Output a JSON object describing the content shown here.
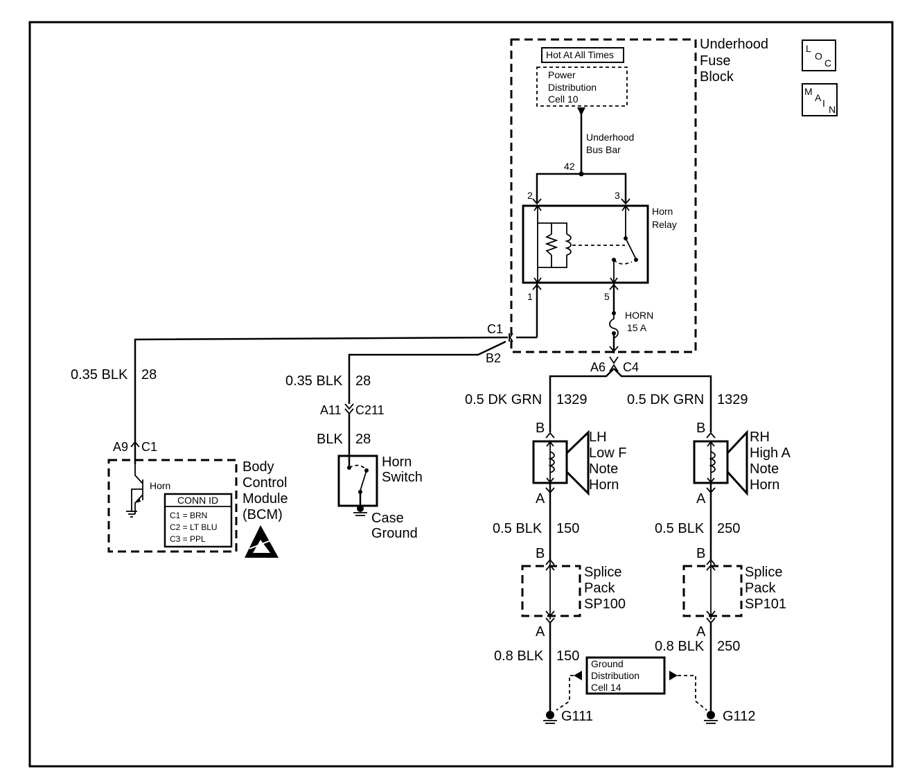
{
  "icons": {
    "loc": "loc-icon",
    "main": "main-icon",
    "esd": "esd-warning-icon",
    "ground": "ground-symbol-icon"
  },
  "fuse_block": {
    "title_lines": [
      "Underhood",
      "Fuse",
      "Block"
    ],
    "hot_label": "Hot At All Times",
    "power_dist_lines": [
      "Power",
      "Distribution",
      "Cell 10"
    ],
    "bus_bar_lines": [
      "Underhood",
      "Bus Bar"
    ],
    "bus_pin": "42"
  },
  "relay": {
    "name_lines": [
      "Horn",
      "Relay"
    ],
    "pin_2": "2",
    "pin_3": "3",
    "pin_1": "1",
    "pin_5": "5"
  },
  "fuse": {
    "name": "HORN",
    "rating": "15 A"
  },
  "connectors": {
    "c1": "C1",
    "b2": "B2",
    "a6": "A6",
    "c4": "C4",
    "a9": "A9",
    "c1_bcm": "C1",
    "a11": "A11",
    "c211": "C211"
  },
  "wires": {
    "bcm_wire": "0.35 BLK",
    "bcm_circuit": "28",
    "switch_wire": "0.35 BLK",
    "switch_circuit": "28",
    "switch_lower_wire": "BLK",
    "switch_lower_circuit": "28",
    "lh_feed_wire": "0.5 DK GRN",
    "lh_feed_circuit": "1329",
    "rh_feed_wire": "0.5 DK GRN",
    "rh_feed_circuit": "1329",
    "lh_ground_wire": "0.5 BLK",
    "lh_ground_circuit": "150",
    "rh_ground_wire": "0.5 BLK",
    "rh_ground_circuit": "250",
    "lh_g_wire": "0.8 BLK",
    "lh_g_circuit": "150",
    "rh_g_wire": "0.8 BLK",
    "rh_g_circuit": "250"
  },
  "bcm": {
    "name_lines": [
      "Body",
      "Control",
      "Module",
      "(BCM)"
    ],
    "horn_label": "Horn",
    "conn_title": "CONN ID",
    "conn_items": [
      "C1 = BRN",
      "C2 = LT BLU",
      "C3 = PPL"
    ]
  },
  "horn_switch": {
    "name_lines": [
      "Horn",
      "Switch"
    ],
    "ground_lines": [
      "Case",
      "Ground"
    ]
  },
  "lh_horn": {
    "name_lines": [
      "LH",
      "Low F",
      "Note",
      "Horn"
    ],
    "pin_b": "B",
    "pin_a": "A"
  },
  "rh_horn": {
    "name_lines": [
      "RH",
      "High A",
      "Note",
      "Horn"
    ],
    "pin_b": "B",
    "pin_a": "A"
  },
  "splice_lh": {
    "name_lines": [
      "Splice",
      "Pack",
      "SP100"
    ],
    "pin_b": "B",
    "pin_a": "A"
  },
  "splice_rh": {
    "name_lines": [
      "Splice",
      "Pack",
      "SP101"
    ],
    "pin_b": "B",
    "pin_a": "A"
  },
  "ground_dist": {
    "lines": [
      "Ground",
      "Distribution",
      "Cell 14"
    ]
  },
  "grounds": {
    "g111": "G111",
    "g112": "G112"
  },
  "badges": {
    "loc": [
      "L",
      "O",
      "C"
    ],
    "main": [
      "M",
      "A",
      "I",
      "N"
    ]
  }
}
